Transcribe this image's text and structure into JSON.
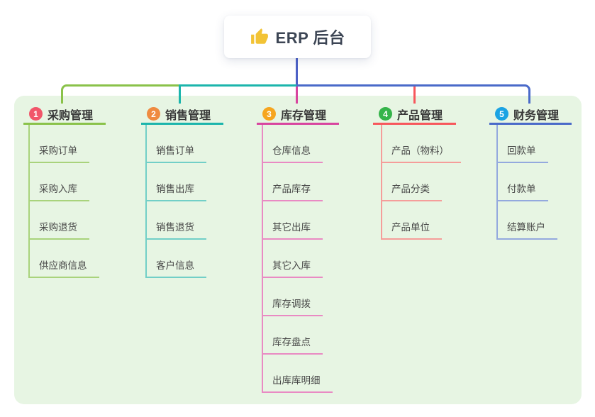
{
  "root": {
    "title": "ERP 后台",
    "icon": "thumbs-up-icon",
    "line_color": "#4d61c6",
    "card_bg": "#ffffff",
    "title_color": "#3c4554",
    "icon_color": "#f2c335"
  },
  "panel": {
    "bg_color": "#e7f5e3"
  },
  "branches": [
    {
      "index": "1",
      "label": "采购管理",
      "badge_color": "#f1566a",
      "line_color": "#8ac24a",
      "child_line_color": "#a9d37c",
      "children": [
        "采购订单",
        "采购入库",
        "采购退货",
        "供应商信息"
      ]
    },
    {
      "index": "2",
      "label": "销售管理",
      "badge_color": "#ef8b41",
      "line_color": "#1cb5ac",
      "child_line_color": "#72cfc7",
      "children": [
        "销售订单",
        "销售出库",
        "销售退货",
        "客户信息"
      ]
    },
    {
      "index": "3",
      "label": "库存管理",
      "badge_color": "#f6a51f",
      "line_color": "#d8459f",
      "child_line_color": "#e98ac3",
      "children": [
        "仓库信息",
        "产品库存",
        "其它出库",
        "其它入库",
        "库存调拨",
        "库存盘点",
        "出库库明细"
      ]
    },
    {
      "index": "4",
      "label": "产品管理",
      "badge_color": "#35b44a",
      "line_color": "#f7575c",
      "child_line_color": "#f59d9a",
      "children": [
        "产品（物料）",
        "产品分类",
        "产品单位"
      ]
    },
    {
      "index": "5",
      "label": "财务管理",
      "badge_color": "#1ba3e3",
      "line_color": "#4a6ac9",
      "child_line_color": "#94a9de",
      "children": [
        "回款单",
        "付款单",
        "结算账户"
      ]
    }
  ]
}
